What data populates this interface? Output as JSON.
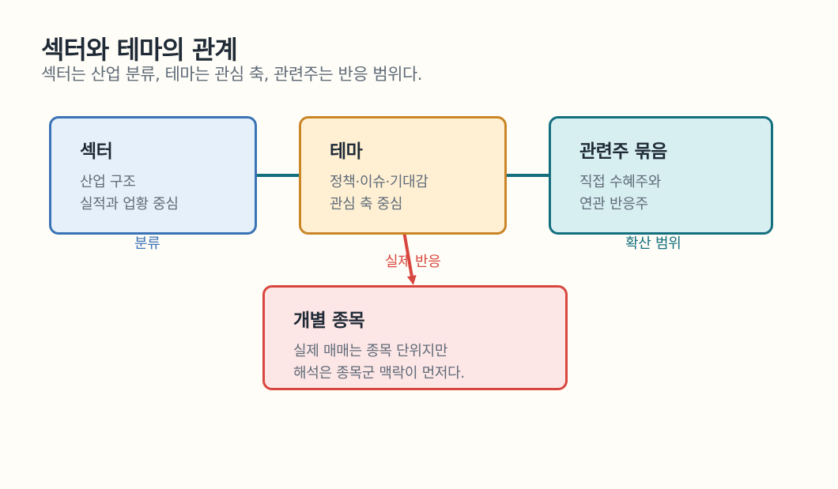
{
  "header": {
    "title": "섹터와 테마의 관계",
    "subtitle": "섹터는 산업 분류, 테마는 관심 축, 관련주는 반응 범위다."
  },
  "nodes": {
    "sector": {
      "title": "섹터",
      "line1": "산업 구조",
      "line2": "실적과 업황 중심"
    },
    "theme": {
      "title": "테마",
      "line1": "정책·이슈·기대감",
      "line2": "관심 축 중심"
    },
    "related": {
      "title": "관련주 묶음",
      "line1": "직접 수혜주와",
      "line2": "연관 반응주"
    },
    "stock": {
      "title": "개별 종목",
      "line1": "실제 매매는 종목 단위지만",
      "line2": "해석은 종목군 맥락이 먼저다."
    }
  },
  "edges": {
    "sector_label": "분류",
    "related_label": "확산 범위",
    "theme_to_stock_label": "실제 반응"
  },
  "colors": {
    "arrow_teal": "#136f7e",
    "arrow_red": "#d8473f",
    "sector_border": "#3a73b5",
    "theme_border": "#c98526",
    "related_border": "#136f7e",
    "stock_border": "#d8473f"
  }
}
